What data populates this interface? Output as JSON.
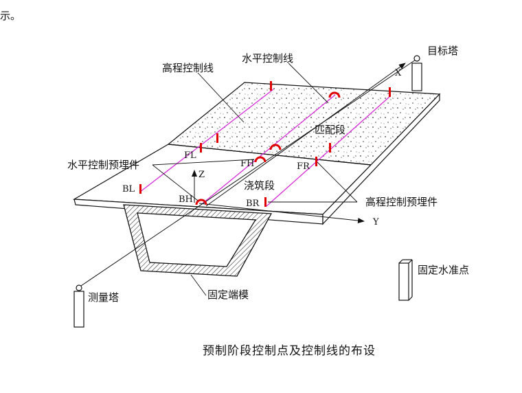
{
  "page_text": "示。",
  "diagram": {
    "labels": {
      "elevation_line": "高程控制线",
      "horizontal_line": "水平控制线",
      "target_tower": "目标塔",
      "x_axis": "X",
      "y_axis": "Y",
      "z_axis": "Z",
      "match_segment": "匹配段",
      "cast_segment": "浇筑段",
      "horizontal_embed": "水平控制预埋件",
      "elevation_embed": "高程控制预埋件",
      "survey_tower": "测量塔",
      "fixed_end_form": "固定端模",
      "fixed_benchmark": "固定水准点"
    },
    "points": {
      "FL": "FL",
      "FH": "FH",
      "FR": "FR",
      "BL": "BL",
      "BH": "BH",
      "BR": "BR"
    },
    "colors": {
      "control_line": "#d62bd6",
      "marker": "#e00000",
      "stroke": "#111111"
    }
  },
  "caption": "预制阶段控制点及控制线的布设"
}
